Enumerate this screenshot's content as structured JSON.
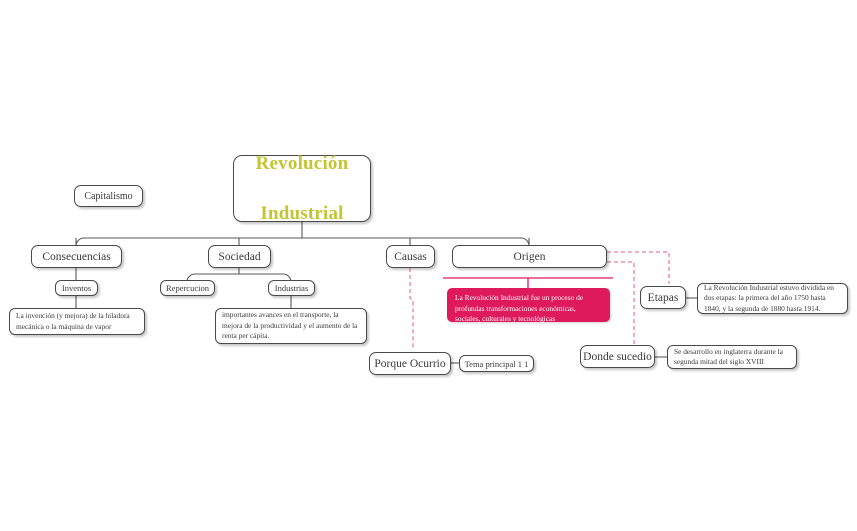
{
  "diagram": {
    "title": "Revolución Industrial",
    "background": "#ffffff",
    "accent_title_color": "#c3c531",
    "accent_highlight_color": "#de1a5c",
    "node_border_color": "#4a4a4a",
    "dashed_edge_color": "#e8809f"
  },
  "root": {
    "line1": "Revolución",
    "line2": "Industrial"
  },
  "floating": {
    "capitalismo": "Capitalismo"
  },
  "branches": {
    "consecuencias": {
      "label": "Consecuencias",
      "child": "Inventos",
      "detail": "La invención (y mejora) de la hiladora mecánica o la máquina de vapor"
    },
    "sociedad": {
      "label": "Sociedad",
      "child_left": "Repercucion",
      "child_right": "Industrias",
      "detail": "importantes avances en el transporte, la mejora de la productividad y el aumento de la renta per cápita."
    },
    "causas": {
      "label": "Causas",
      "linked_node": "Porque Ocurrio",
      "linked_detail": "Tema principal 1 1"
    },
    "origen": {
      "label": "Origen",
      "highlight": "La Revolución Industrial fue un proceso de profundas transformaciones económicas, sociales, culturales y tecnológicas",
      "etapas": {
        "label": "Etapas",
        "detail": "La Revolución Industrial estuvo dividida en dos etapas: la primera del año 1750 hasta 1840, y la segunda de 1880 hasta 1914."
      },
      "donde": {
        "label": "Donde sucedio",
        "detail": "Se desarrollo en inglaterra durante la segunda mitad del siglo XVIII"
      }
    }
  }
}
